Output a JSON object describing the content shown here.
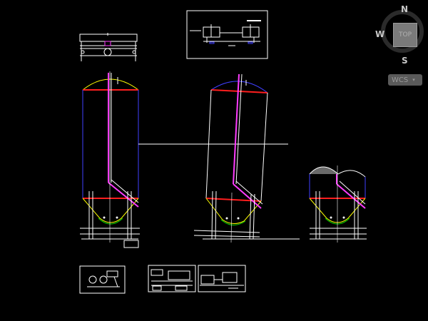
{
  "viewcube": {
    "north": "N",
    "south": "S",
    "west": "W",
    "face": "TOP"
  },
  "wcs_menu": {
    "label": "WCS",
    "caret": "▾"
  },
  "colors": {
    "background": "#000000",
    "white": "#ffffff",
    "blue": "#3f3fff",
    "red": "#ff1e1e",
    "yellow": "#ffff00",
    "magenta": "#ff3cff",
    "green": "#00d200",
    "cyan": "#00ffff",
    "gray": "#9a9a9a"
  },
  "icons": {
    "compass": "compass-ring-icon",
    "wcs_caret": "chevron-down-icon"
  }
}
